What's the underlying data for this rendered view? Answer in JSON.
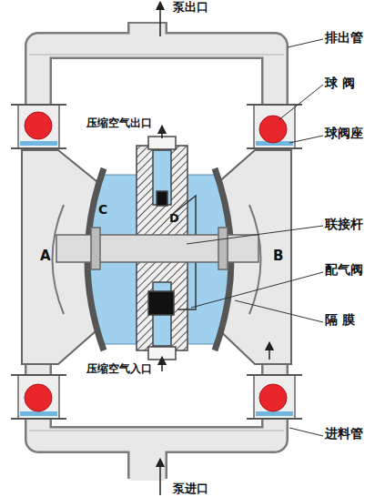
{
  "diagram": {
    "labels": [
      "泵出口",
      "排出管",
      "球 阀",
      "球阀座",
      "压缩空气出口",
      "C",
      "D",
      "联接杆",
      "A",
      "B",
      "配气阀",
      "隔 膜",
      "压缩空气入口",
      "进料管",
      "泵进口"
    ]
  }
}
